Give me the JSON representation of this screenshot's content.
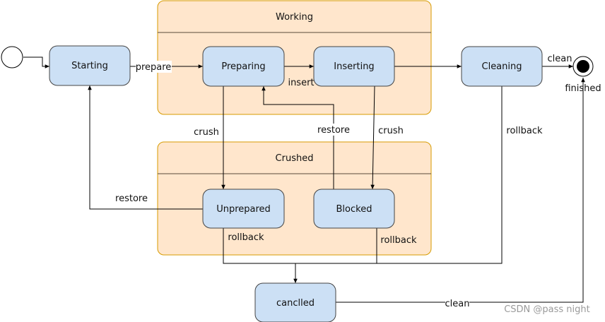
{
  "groups": {
    "working": "Working",
    "crushed": "Crushed"
  },
  "states": {
    "starting": "Starting",
    "preparing": "Preparing",
    "inserting": "Inserting",
    "cleaning": "Cleaning",
    "unprepared": "Unprepared",
    "blocked": "Blocked",
    "cancelled": "canclled"
  },
  "final_state_label": "finished",
  "edge_labels": {
    "prepare": "prepare",
    "insert": "insert",
    "clean_finish": "clean",
    "crush_preparing": "crush",
    "restore_blocked": "restore",
    "crush_inserting": "crush",
    "rollback_cleaning": "rollback",
    "restore_unprepared": "restore",
    "rollback_unprepared": "rollback",
    "rollback_blocked": "rollback",
    "clean_cancelled": "clean"
  },
  "watermark": "CSDN @pass night",
  "colors": {
    "group_fill": "#ffe6cc",
    "group_border": "#d79b00",
    "state_fill": "#cce0f5",
    "state_border": "#444444"
  }
}
